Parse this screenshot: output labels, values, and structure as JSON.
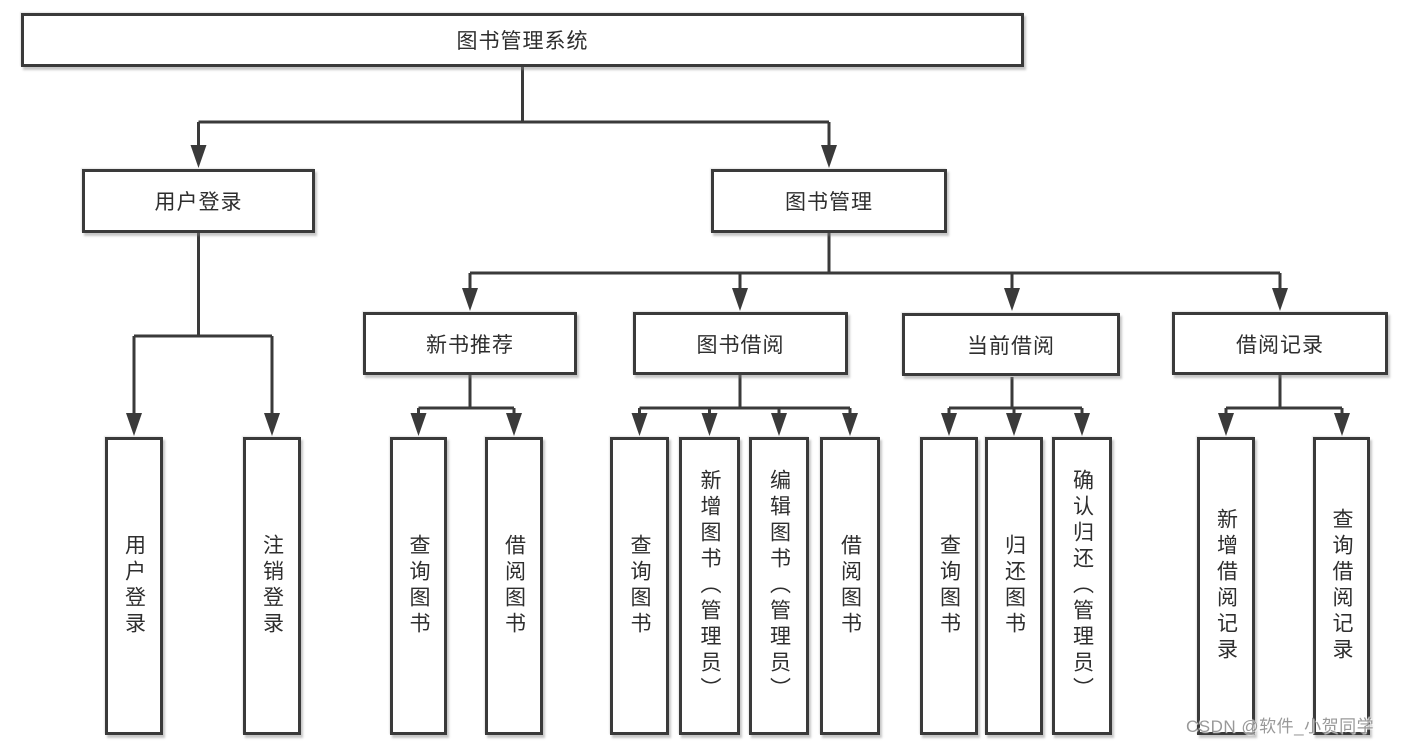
{
  "tree": {
    "label": "图书管理系统",
    "children": [
      {
        "label": "用户登录",
        "children": [
          {
            "label": "用户登录"
          },
          {
            "label": "注销登录"
          }
        ]
      },
      {
        "label": "图书管理",
        "children": [
          {
            "label": "新书推荐",
            "children": [
              {
                "label": "查询图书"
              },
              {
                "label": "借阅图书"
              }
            ]
          },
          {
            "label": "图书借阅",
            "children": [
              {
                "label": "查询图书"
              },
              {
                "label": "新增图书（管理员）"
              },
              {
                "label": "编辑图书（管理员）"
              },
              {
                "label": "借阅图书"
              }
            ]
          },
          {
            "label": "当前借阅",
            "children": [
              {
                "label": "查询图书"
              },
              {
                "label": "归还图书"
              },
              {
                "label": "确认归还（管理员）"
              }
            ]
          },
          {
            "label": "借阅记录",
            "children": [
              {
                "label": "新增借阅记录"
              },
              {
                "label": "查询借阅记录"
              }
            ]
          }
        ]
      }
    ]
  },
  "watermark": "CSDN @软件_小贺同学",
  "colors": {
    "line": "#3a3a3a",
    "text": "#2e2e2e",
    "watermark": "#949494",
    "background": "#ffffff"
  }
}
